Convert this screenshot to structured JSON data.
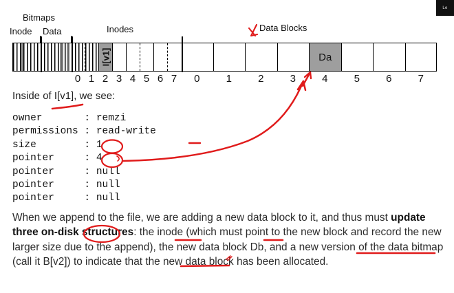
{
  "badge": {
    "text": "Le"
  },
  "diagram": {
    "labels": {
      "bitmaps": "Bitmaps",
      "inode_bitmap": "Inode",
      "data_bitmap": "Data",
      "inodes": "Inodes",
      "data_blocks": "Data Blocks"
    },
    "inode_cells": [
      {
        "index": "0",
        "text": ""
      },
      {
        "index": "1",
        "text": ""
      },
      {
        "index": "2",
        "text": "I[v1]",
        "filled": true
      },
      {
        "index": "3",
        "text": ""
      },
      {
        "index": "4",
        "text": ""
      },
      {
        "index": "5",
        "text": ""
      },
      {
        "index": "6",
        "text": ""
      },
      {
        "index": "7",
        "text": ""
      }
    ],
    "data_cells": [
      {
        "index": "0",
        "text": ""
      },
      {
        "index": "1",
        "text": ""
      },
      {
        "index": "2",
        "text": ""
      },
      {
        "index": "3",
        "text": ""
      },
      {
        "index": "4",
        "text": "Da",
        "filled": true
      },
      {
        "index": "5",
        "text": ""
      },
      {
        "index": "6",
        "text": ""
      },
      {
        "index": "7",
        "text": ""
      }
    ]
  },
  "inode_view": {
    "intro": "Inside of I[v1], we see:",
    "fields": [
      {
        "key": "owner",
        "value": "remzi"
      },
      {
        "key": "permissions",
        "value": "read-write"
      },
      {
        "key": "size",
        "value": "1"
      },
      {
        "key": "pointer",
        "value": "4"
      },
      {
        "key": "pointer",
        "value": "null"
      },
      {
        "key": "pointer",
        "value": "null"
      },
      {
        "key": "pointer",
        "value": "null"
      }
    ],
    "fields_text": "owner       : remzi\npermissions : read-write\nsize        : 1\npointer     : 4\npointer     : null\npointer     : null\npointer     : null"
  },
  "paragraph": {
    "part1": "When we append to the file, we are adding a new data block to it, and thus must ",
    "bold": "update three on-disk structures",
    "part2": ": the inode (which must point to the new block and record the new larger size due to the append), the new data block Db, and a new version of the data bitmap (call it B[v2]) to indicate that the new data block has been allocated."
  },
  "annotations": {
    "ink_color": "#e01b1b",
    "marks": [
      "underline-under-Iv1-intro",
      "ellipse-around-size-value",
      "ellipse-around-pointer-value",
      "curved-arrow-pointer-to-datablock-4",
      "arrow-up-to-datablock-4",
      "check-mark-before-data-blocks",
      "dash-mid-right",
      "ellipse-around-three",
      "underline-structures",
      "underline-inode-which",
      "underline-new-data-block",
      "underline-data-block-has-been-allocated",
      "small-pencil-tick"
    ]
  },
  "colors": {
    "filled_cell": "#9e9e9e",
    "ink": "#e01b1b",
    "badge_bg": "#111111"
  }
}
